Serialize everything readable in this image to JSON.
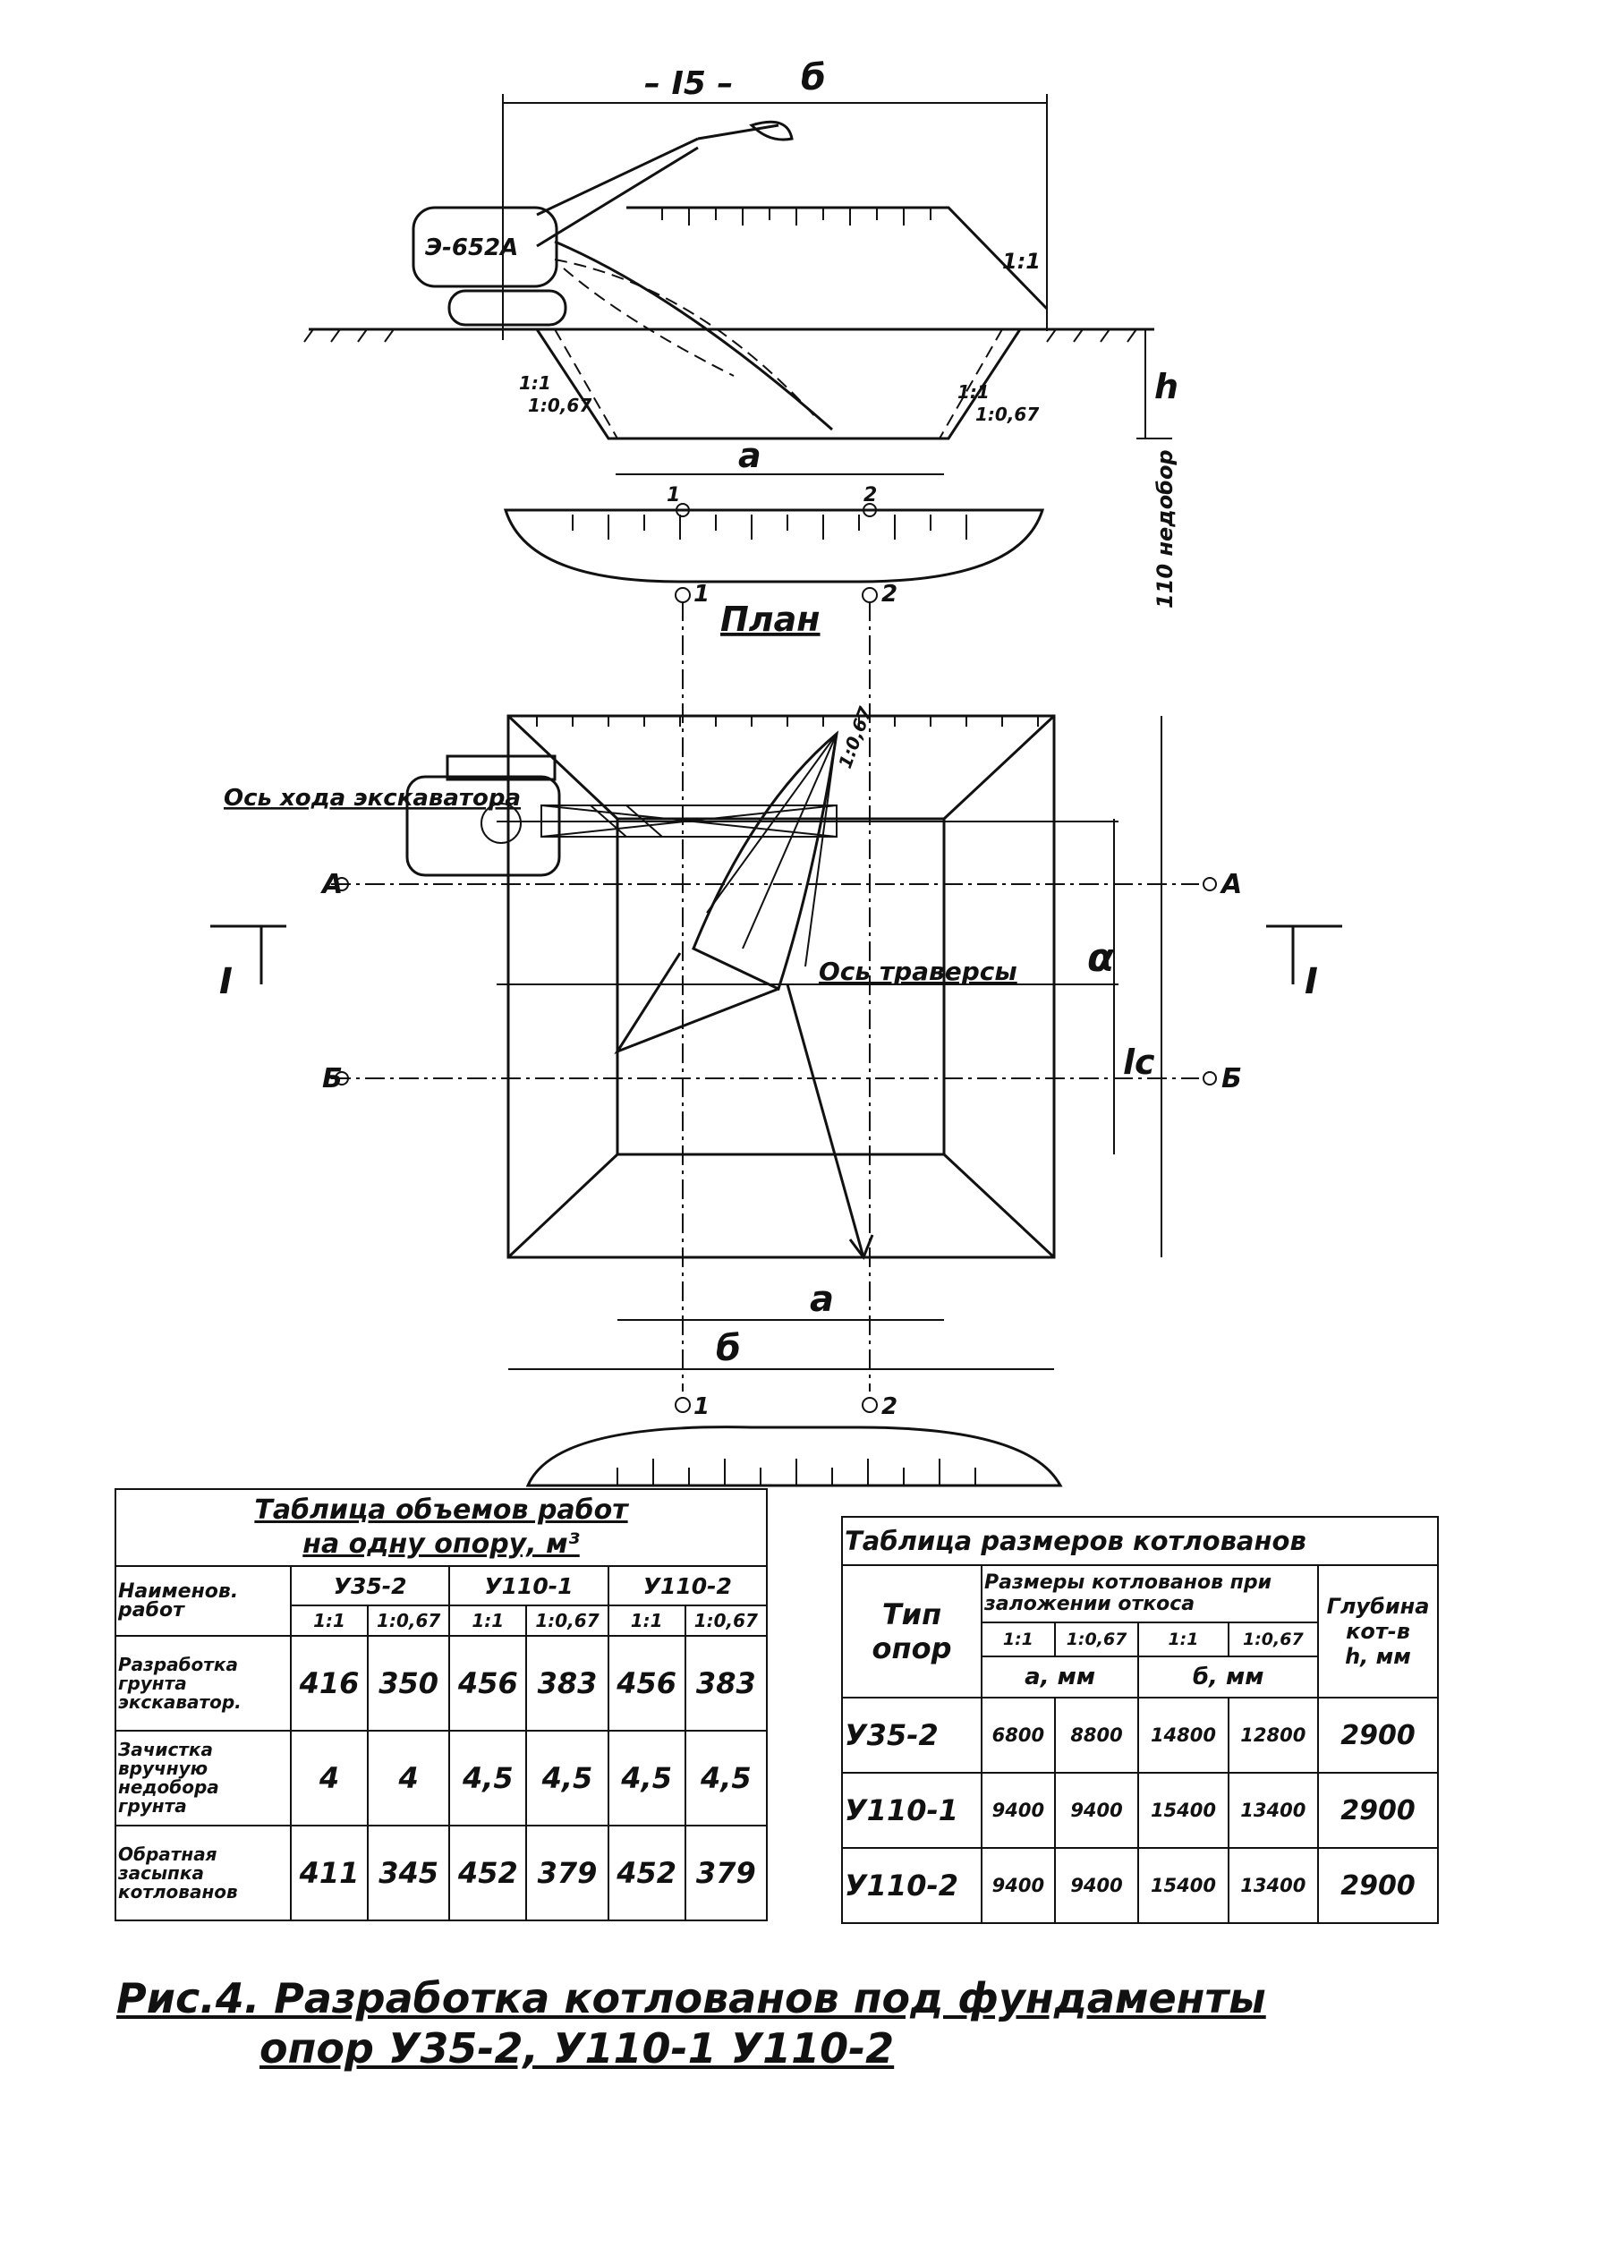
{
  "drawing": {
    "dim_15": "– I5 –",
    "dim_b_top": "б",
    "excavator_model": "Э-652А",
    "slope_top": "1:1",
    "slope_left_a": "1:1",
    "slope_left_b": "1:0,67",
    "slope_right_a": "1:1",
    "slope_right_b": "1:0,67",
    "dim_a_section": "а",
    "dim_h": "h",
    "nedobor": "110 недобор",
    "axis_1": "1",
    "axis_2": "2",
    "plan_title": "План",
    "axis_mark_top_1": "1",
    "axis_mark_top_2": "2",
    "axis_excavator_label": "Ось хода экскаватора",
    "axis_traverse_label": "Ось траверсы",
    "axis_A_left": "А",
    "axis_A_right": "А",
    "axis_B_left": "Б",
    "axis_B_right": "Б",
    "section_left": "I",
    "section_right": "I",
    "dim_alpha": "α",
    "dim_lc": "lc",
    "slope_plan": "1:0,67",
    "dim_a_plan": "а",
    "dim_b_plan": "б",
    "axis_mark_bot_1": "1",
    "axis_mark_bot_2": "2"
  },
  "volume_table": {
    "title_line1": "Таблица объемов работ",
    "title_line2": "на одну опору, м³",
    "col_work": "Наименов. работ",
    "types": [
      "У35-2",
      "У110-1",
      "У110-2"
    ],
    "slopes": [
      "1:1",
      "1:0,67",
      "1:1",
      "1:0,67",
      "1:1",
      "1:0,67"
    ],
    "rows": [
      {
        "name": "Разработка грунта экскаватор.",
        "values": [
          "416",
          "350",
          "456",
          "383",
          "456",
          "383"
        ]
      },
      {
        "name": "Зачистка вручную недобора грунта",
        "values": [
          "4",
          "4",
          "4,5",
          "4,5",
          "4,5",
          "4,5"
        ]
      },
      {
        "name": "Обратная засыпка котлованов",
        "values": [
          "411",
          "345",
          "452",
          "379",
          "452",
          "379"
        ]
      }
    ]
  },
  "size_table": {
    "title": "Таблица размеров котлованов",
    "col_type": "Тип опор",
    "col_sizes": "Размеры котлованов при заложении откоса",
    "col_depth": "Глубина кот-в",
    "depth_unit": "h, мм",
    "slopes": [
      "1:1",
      "1:0,67",
      "1:1",
      "1:0,67"
    ],
    "unit_a": "а, мм",
    "unit_b": "б, мм",
    "rows": [
      {
        "type": "У35-2",
        "values": [
          "6800",
          "8800",
          "14800",
          "12800"
        ],
        "depth": "2900"
      },
      {
        "type": "У110-1",
        "values": [
          "9400",
          "9400",
          "15400",
          "13400"
        ],
        "depth": "2900"
      },
      {
        "type": "У110-2",
        "values": [
          "9400",
          "9400",
          "15400",
          "13400"
        ],
        "depth": "2900"
      }
    ]
  },
  "caption": {
    "line1": "Рис.4. Разработка котлованов под фундаменты",
    "line2": "опор У35-2, У110-1 У110-2"
  }
}
